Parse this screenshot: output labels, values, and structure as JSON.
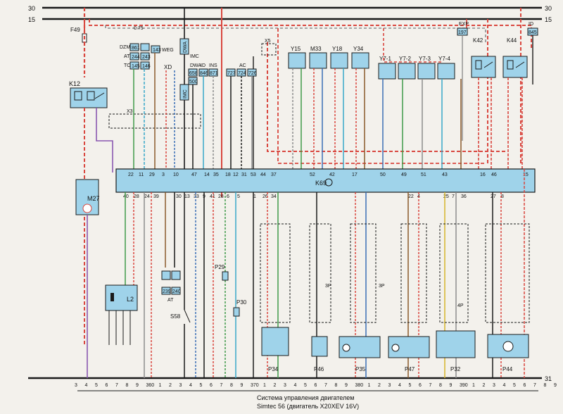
{
  "rails": {
    "top": "30",
    "second": "15",
    "ground": "31"
  },
  "fuse": "F49",
  "wire_075": "0.75",
  "relays": {
    "k12": "K12",
    "k42": "K42",
    "k44": "K44"
  },
  "ecu": {
    "name": "K69",
    "top_pins": [
      "22",
      "11",
      "29",
      "3",
      "10",
      "47",
      "14",
      "35",
      "18",
      "12",
      "31",
      "53",
      "44",
      "37",
      "52",
      "42",
      "17",
      "50",
      "49",
      "51",
      "43",
      "16",
      "46",
      "15"
    ],
    "bottom_pins": [
      "40",
      "28",
      "24",
      "39",
      "30",
      "13",
      "33",
      "9",
      "41",
      "28",
      "6",
      "5",
      "1",
      "26",
      "34",
      "22",
      "4",
      "25",
      "7",
      "36",
      "27",
      "8"
    ]
  },
  "top_blocks": [
    {
      "code": "DZM",
      "n": "861"
    },
    {
      "code": "AT",
      "n": "244"
    },
    {
      "code": "TC",
      "n": "145"
    },
    {
      "code": "",
      "n": "243"
    },
    {
      "code": "",
      "n": "146"
    },
    {
      "code": "WEG",
      "n": "143"
    }
  ],
  "signals": {
    "xd": "XD",
    "imc": "IMC",
    "dwa": "DWA",
    "id": "ID",
    "ins": "INS",
    "ac": "AC",
    "exp": "EXP",
    "dwa_vertical": "DWA",
    "imc_vertical": "IMC",
    "id_k44": "ID"
  },
  "signal_nums": {
    "n658": "658",
    "n500": "500",
    "n846": "846",
    "n871": "871",
    "n727": "727",
    "n724": "724",
    "n726": "726",
    "n197": "197",
    "n845": "845",
    "n239": "239",
    "n240": "240"
  },
  "connectors": {
    "x3": "X3",
    "x5": "X5"
  },
  "coils": [
    "Y15",
    "M33",
    "Y18",
    "Y34",
    "Y7-1",
    "Y7-2",
    "Y7-3",
    "Y7-4"
  ],
  "components": {
    "m27": "M27",
    "l2": "L2",
    "at": "AT",
    "s58": "S58",
    "p29": "P29",
    "p30": "P30",
    "p34": "P34",
    "p46": "P46",
    "p35": "P35",
    "p47": "P47",
    "p32": "P32",
    "p44": "P44"
  },
  "plugs": {
    "p3": "3P",
    "p4": "4P"
  },
  "bottom_numbers": [
    "3",
    "4",
    "5",
    "6",
    "7",
    "8",
    "9",
    "360",
    "1",
    "2",
    "3",
    "4",
    "5",
    "6",
    "7",
    "8",
    "9",
    "370",
    "1",
    "2",
    "3",
    "4",
    "5",
    "6",
    "7",
    "8",
    "9",
    "380",
    "1",
    "2",
    "3",
    "4",
    "5",
    "6",
    "7",
    "8",
    "9",
    "390",
    "1",
    "2",
    "3",
    "4",
    "5",
    "6",
    "7",
    "8",
    "9"
  ],
  "caption": {
    "line1": "Система управления двигателем",
    "line2": "Simtec 56 (двигатель X20XEV 16V)"
  },
  "colors": {
    "red": "#d9473f",
    "black": "#1a1a1a",
    "blue": "#3b6fb5",
    "green": "#3f9a4a",
    "cyan": "#37a8c9",
    "brown": "#8a5a2b",
    "gray": "#8d8d8d",
    "violet": "#8a57b0",
    "yellow": "#d6b52a"
  }
}
